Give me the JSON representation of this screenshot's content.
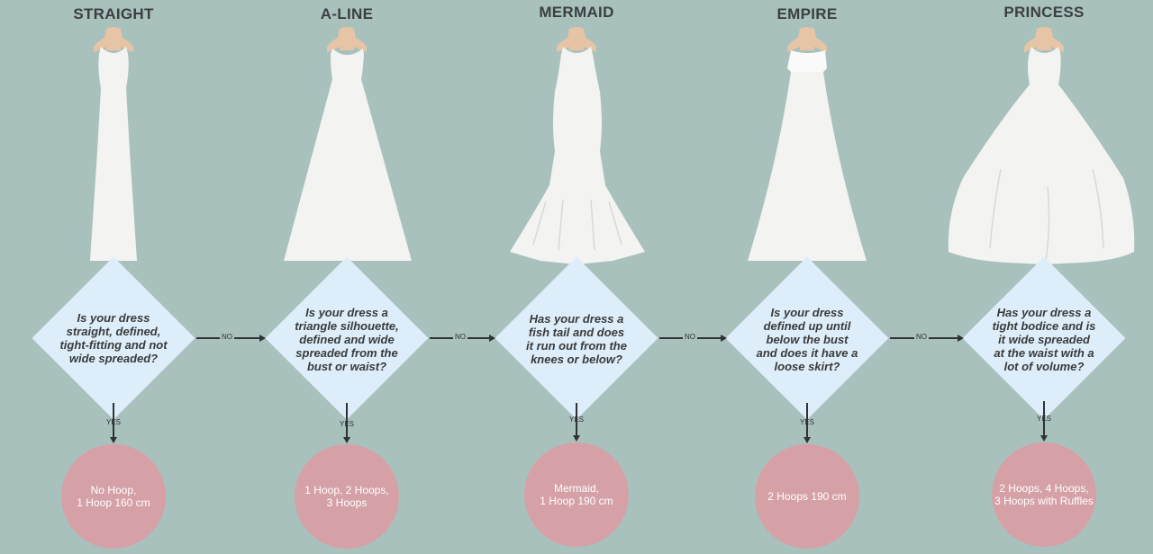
{
  "labels": {
    "yes": "YES",
    "no": "NO"
  },
  "columns": [
    {
      "title": "STRAIGHT",
      "question": "Is your dress straight, defined, tight-fitting and not wide spreaded?",
      "result": "No Hoop,\n1 Hoop 160 cm"
    },
    {
      "title": "A-LINE",
      "question": "Is your dress a triangle silhouette, defined and wide spreaded from the bust or waist?",
      "result": "1 Hoop, 2 Hoops,\n3 Hoops"
    },
    {
      "title": "MERMAID",
      "question": "Has your dress a fish tail and does it run out from the knees or below?",
      "result": "Mermaid,\n1 Hoop 190 cm"
    },
    {
      "title": "EMPIRE",
      "question": "Is your dress defined up until below the bust and does it have a loose skirt?",
      "result": "2 Hoops 190 cm"
    },
    {
      "title": "PRINCESS",
      "question": "Has your dress a tight bodice and is it wide spreaded at the waist with a lot of volume?",
      "result": "2 Hoops, 4 Hoops,\n3 Hoops with Ruffles"
    }
  ]
}
